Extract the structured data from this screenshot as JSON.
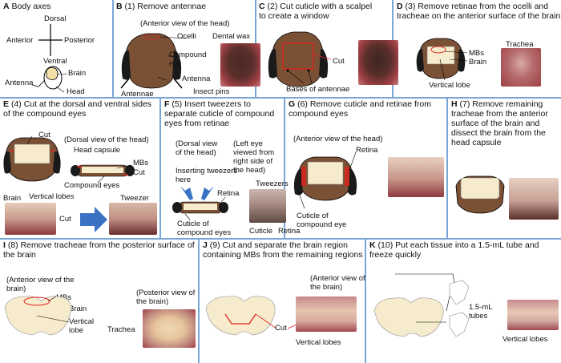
{
  "panels": {
    "A": {
      "letter": "A",
      "title": "Body axes",
      "dorsal": "Dorsal",
      "anterior": "Anterior",
      "posterior": "Posterior",
      "ventral": "Ventral",
      "brain": "Brain",
      "antenna": "Antenna",
      "head": "Head"
    },
    "B": {
      "letter": "B",
      "title": "(1) Remove antennae",
      "view": "(Anterior view of the head)",
      "ocelli": "Ocelli",
      "dental_wax": "Dental wax",
      "compound_eye": "Compound eye",
      "antenna": "Antenna",
      "antennae": "Antennae",
      "insect_pins": "Insect pins"
    },
    "C": {
      "letter": "C",
      "title": "(2) Cut cuticle with a scalpel to create a window",
      "cut": "Cut",
      "bases": "Bases of antennae"
    },
    "D": {
      "letter": "D",
      "title": "(3) Remove retinae from the ocelli and tracheae on the anterior surface of the brain",
      "trachea": "Trachea",
      "mbs": "MBs",
      "brain": "Brain",
      "vertical_lobe": "Vertical lobe"
    },
    "E": {
      "letter": "E",
      "title": "(4) Cut at the dorsal and ventral sides of the compound eyes",
      "cut": "Cut",
      "view": "(Dorsal view of the head)",
      "head_capsule": "Head capsule",
      "mbs": "MBs",
      "cut2": "Cut",
      "compound_eyes": "Compound eyes",
      "brain": "Brain",
      "vertical_lobes": "Vertical lobes",
      "cut3": "Cut",
      "tweezer": "Tweezer"
    },
    "F": {
      "letter": "F",
      "title": "(5) Insert tweezers to separate cuticle of  compound eyes from retinae",
      "view1": "(Dorsal view of the head)",
      "view2": "(Left eye viewed from right side of the head)",
      "inserting": "Inserting tweezers here",
      "retina": "Retina",
      "tweezers": "Tweezers",
      "cuticle_ce": "Cuticle of compound eyes",
      "cuticle": "Cuticle",
      "retina2": "Retina"
    },
    "G": {
      "letter": "G",
      "title": "(6) Remove cuticle and retinae from compound eyes",
      "view": "(Anterior view of the head)",
      "retina": "Retina",
      "cuticle_ce": "Cuticle of compound eye"
    },
    "H": {
      "letter": "H",
      "title": "(7) Remove remaining tracheae from the anterior surface of the brain and dissect the brain from the head capsule"
    },
    "I": {
      "letter": "I",
      "title": "(8) Remove tracheae from the posterior surface of the brain",
      "view1": "(Anterior view of the brain)",
      "mbs": "MBs",
      "brain": "Brain",
      "vertical_lobe": "Vertical lobe",
      "view2": "(Posterior view of the brain)",
      "trachea": "Trachea"
    },
    "J": {
      "letter": "J",
      "title": "(9) Cut and separate the brain region containing MBs from the remaining regions",
      "view": "(Anterior view of the brain)",
      "cut": "Cut",
      "vertical_lobes": "Vertical lobes"
    },
    "K": {
      "letter": "K",
      "title": "(10) Put each tissue into a 1.5-mL tube and freeze quickly",
      "tubes": "1.5-mL tubes",
      "vertical_lobes": "Vertical lobes"
    }
  },
  "colors": {
    "divider": "#7aa6d6",
    "head_brown": "#7b5136",
    "eye_black": "#1a1a1a",
    "brain_cream": "#f6eccd",
    "cut_red": "#e0211d",
    "arrow_blue": "#3b73c4",
    "photo_red": "#9e3f45"
  }
}
